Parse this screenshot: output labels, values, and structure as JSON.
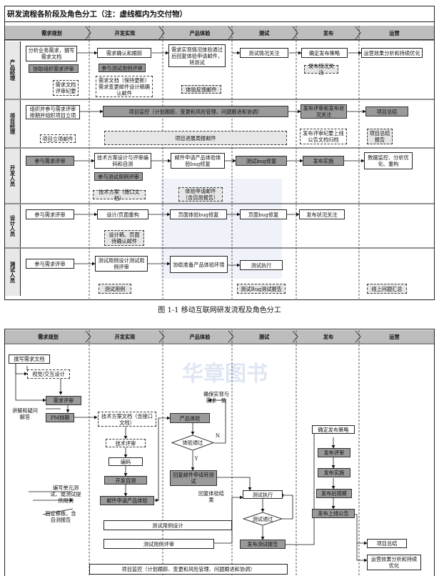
{
  "fig1": {
    "title": "研发流程各阶段及角色分工（注：虚线框内为交付物）",
    "columns": [
      "需求规划",
      "开发实现",
      "产品体验",
      "测试",
      "发布",
      "运营"
    ],
    "rows": [
      "产品经理",
      "项目经理",
      "开发人员",
      "设计人员",
      "测试人员"
    ],
    "pm": {
      "a1": "分析业务需求，撰写需求文档",
      "a2": "协助组织需求评审",
      "a3": "需求文档评审纪要",
      "b1": "需求确认和跟踪",
      "b2": "参与测试用例评审",
      "b3": "需求文档（保持更新）需求变更邮件设计稿确认邮件",
      "c1": "需求实现情况体验通过后回复体验申请邮件，转测试",
      "c2": "体验反馈邮件",
      "d1": "测试情况关注",
      "e1": "确定发布策略",
      "e2": "发布情况关注",
      "f1": "运营效果分析和持续优化"
    },
    "proj": {
      "a1": "组织并参与需求评审排期并组织项目立项",
      "a2": "项目立项邮件",
      "bar": "项目监控（计划跟踪、变更和风险管理、问题跟进和协调）",
      "bar2": "项目进展周报邮件",
      "e1": "发布评审和发布状况关注",
      "e2": "发布评审纪要上线公告文档归档",
      "f1": "项目总结",
      "f2": "项目总结报告"
    },
    "dev": {
      "a1": "参与需求评审",
      "b1": "技术方案设计与评审编码和自测",
      "b2": "参与测试用例评审",
      "b3": "技术方案（接口文档）",
      "c1": "邮件申请产品体验体验bug修复",
      "c2": "体验申请邮件（含自测报告）",
      "d1": "测试bug修复",
      "e1": "发布实施",
      "f1": "数据监控、分析优化、重构"
    },
    "design": {
      "a1": "参与需求评审",
      "b1": "设计/页面重构",
      "b2": "设计稿、页面待确认邮件",
      "c1": "页面体验bug修复",
      "d1": "页面bug修复",
      "e1": "发布状况关注"
    },
    "test": {
      "a1": "参与需求评审",
      "b1": "测试用例设计测试用例评审",
      "b2": "测试用例",
      "c1": "协助准备产品体验环境",
      "d1": "测试执行",
      "d2": "测试Bug测试报告",
      "f2": "线上问题汇总"
    },
    "caption": "图 1-1   移动互联网研发流程及角色分工"
  },
  "fig2": {
    "columns": [
      "需求规划",
      "开发实现",
      "产品体验",
      "测试",
      "发布",
      "运营"
    ],
    "n1": "撰写需求文档",
    "n2": "视觉/交互设计",
    "n3": "需求评审",
    "n4": "PM排期",
    "n5": "技术方案文档（含接口文档）",
    "n6": "技术评审",
    "n7": "编码",
    "n8": "开发自测",
    "n9": "邮件申请产品体验",
    "n10": "产品体验",
    "n11": "体验通过",
    "n12": "回复邮件申请转测试",
    "n13": "测试执行",
    "n14": "测试通过",
    "n15": "发布测试报告",
    "n16": "确定发布策略",
    "n17": "发布评审",
    "n18": "发布实施",
    "n19": "发布后观察",
    "n20": "发布上线公告",
    "n21": "项目总结",
    "n22": "运营效果分析和持续优化",
    "n23": "测试用例设计",
    "n24": "测试用例评审",
    "n25": "项目监控（计划跟踪、变更和风险管理、问题跟进和协调）",
    "note1": "讲解和疑问解答",
    "note2": "确保实现与需求一致",
    "note3": "编写单元测试、或测试提供用例",
    "note4": "固定模板，含自测报告",
    "note5": "回复体验结果",
    "y1": "Y",
    "n_no": "N",
    "watermark": "华章图书"
  }
}
